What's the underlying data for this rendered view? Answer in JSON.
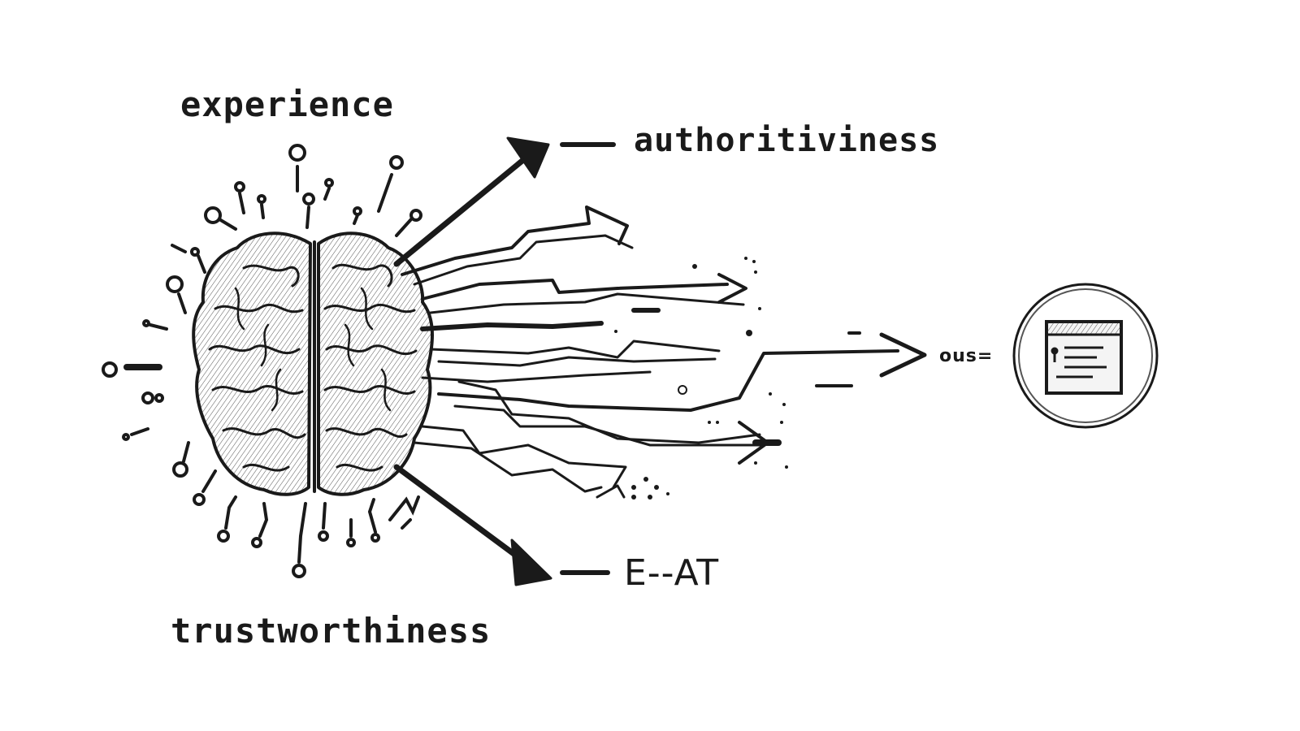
{
  "labels": {
    "experience": "experience",
    "authoritativeness": "authoritiviness",
    "trustworthiness": "trustworthiness",
    "eeat": "E--AT",
    "output": "ous="
  },
  "icons": {
    "center": "brain-icon",
    "target": "document-window-icon"
  },
  "colors": {
    "ink": "#1a1a1a",
    "paper": "#ffffff"
  }
}
